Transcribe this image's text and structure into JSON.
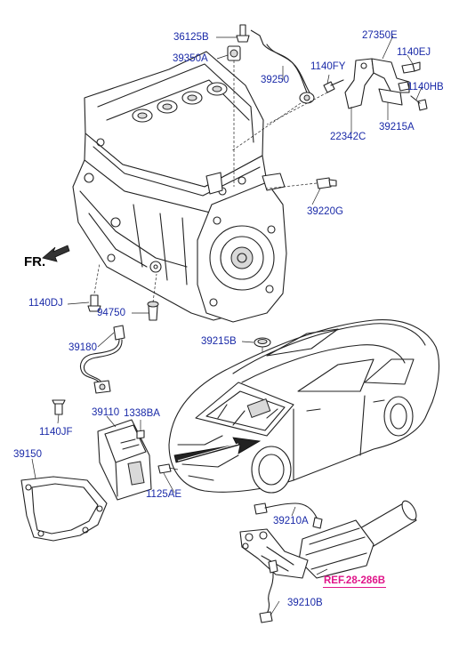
{
  "colors": {
    "label": "#1a2aa8",
    "reference": "#e0168a",
    "line": "#222222"
  },
  "labels": {
    "p36125B": "36125B",
    "p39350A": "39350A",
    "p39250": "39250",
    "p27350E": "27350E",
    "p1140EJ": "1140EJ",
    "p1140FY": "1140FY",
    "p1140HB": "1140HB",
    "p22342C": "22342C",
    "p39215A": "39215A",
    "p39220G": "39220G",
    "p1140DJ": "1140DJ",
    "p94750": "94750",
    "p39180": "39180",
    "p39215B": "39215B",
    "p1140JF": "1140JF",
    "p39110": "39110",
    "p1338BA": "1338BA",
    "p39150": "39150",
    "p1125AE": "1125AE",
    "p39210A": "39210A",
    "p39210B": "39210B"
  },
  "front_marker": "FR.",
  "reference": "REF.28-286B",
  "icons": [
    "front-arrow-icon"
  ]
}
